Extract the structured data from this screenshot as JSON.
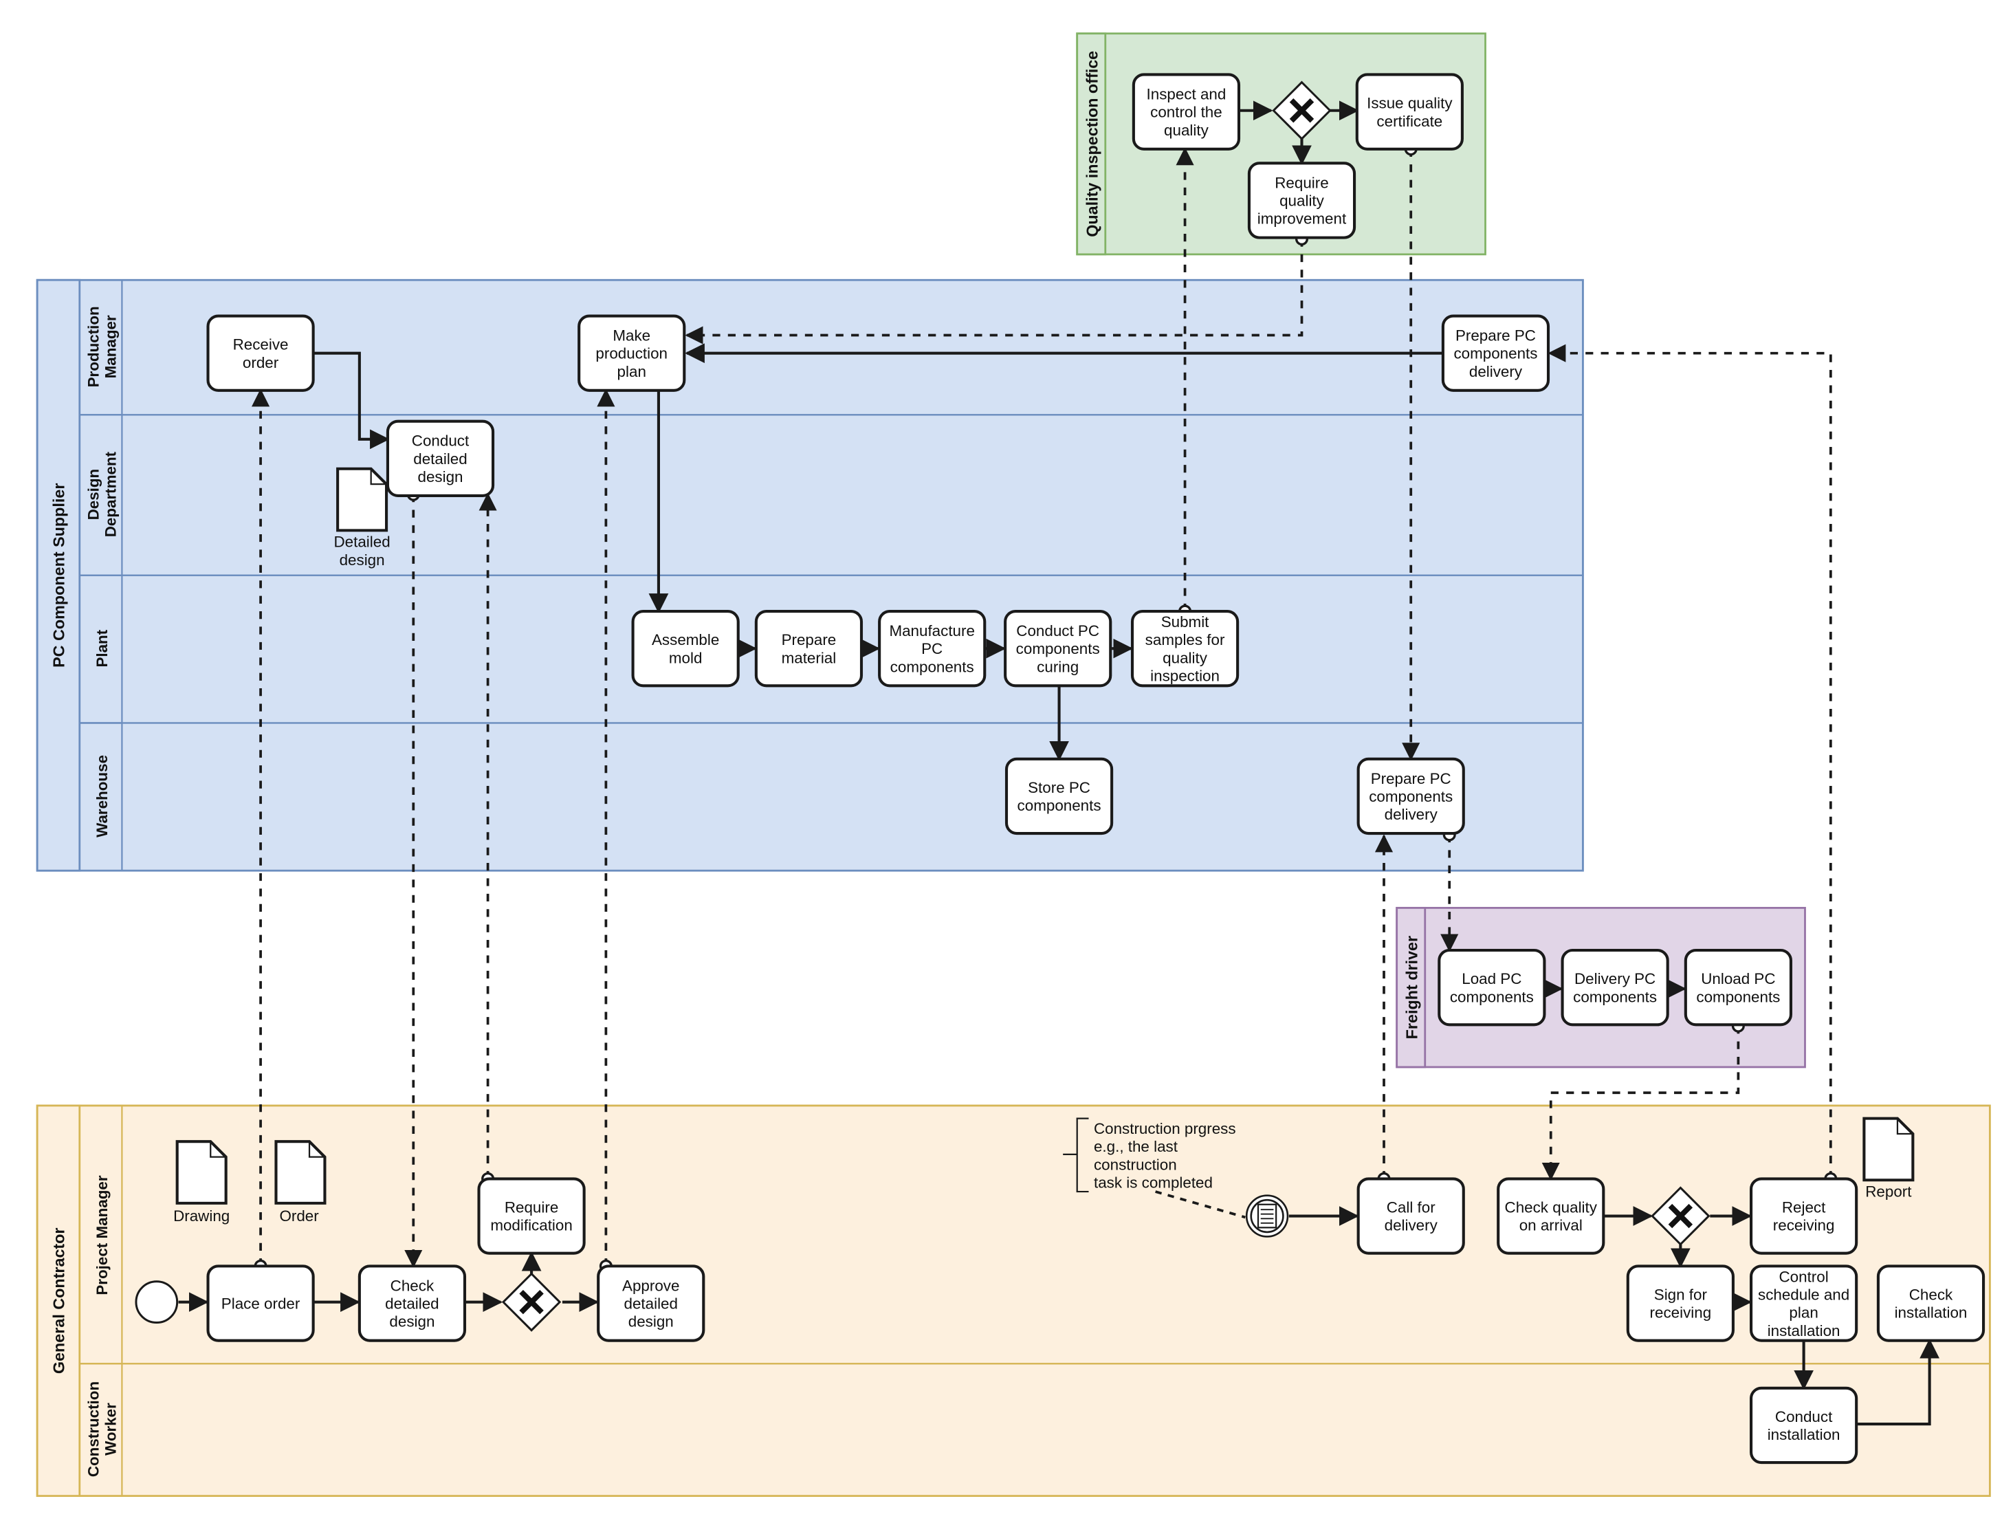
{
  "colors": {
    "supplier_fill": "#d4e1f4",
    "supplier_stroke": "#6c8ebf",
    "quality_fill": "#d5e8d4",
    "quality_stroke": "#82b366",
    "freight_fill": "#e1d5e7",
    "freight_stroke": "#9673a6",
    "contractor_fill": "#fdf0de",
    "contractor_stroke": "#d6b656"
  },
  "pools": {
    "quality": {
      "title": "Quality inspection office"
    },
    "supplier": {
      "title": "PC Component Supplier",
      "lanes": {
        "production_manager": [
          "Production",
          "Manager"
        ],
        "design_department": [
          "Design",
          "Department"
        ],
        "plant": [
          "Plant"
        ],
        "warehouse": [
          "Warehouse"
        ]
      }
    },
    "freight": {
      "title": "Freight driver"
    },
    "contractor": {
      "title": "General Contractor",
      "lanes": {
        "project_manager": [
          "Project Manager"
        ],
        "construction_worker": [
          "Construction",
          "Worker"
        ]
      }
    }
  },
  "tasks": {
    "inspect_quality": [
      "Inspect and",
      "control the",
      "quality"
    ],
    "issue_certificate": [
      "Issue quality",
      "certificate"
    ],
    "require_improvement": [
      "Require",
      "quality",
      "improvement"
    ],
    "receive_order": [
      "Receive",
      "order"
    ],
    "make_plan": [
      "Make",
      "production",
      "plan"
    ],
    "prepare_delivery_pm": [
      "Prepare PC",
      "components",
      "delivery"
    ],
    "conduct_design": [
      "Conduct",
      "detailed",
      "design"
    ],
    "assemble_mold": [
      "Assemble",
      "mold"
    ],
    "prepare_material": [
      "Prepare",
      "material"
    ],
    "manufacture": [
      "Manufacture",
      "PC",
      "components"
    ],
    "curing": [
      "Conduct PC",
      "components",
      "curing"
    ],
    "submit_samples": [
      "Submit",
      "samples for",
      "quality",
      "inspection"
    ],
    "store_components": [
      "Store PC",
      "components"
    ],
    "prepare_delivery_wh": [
      "Prepare PC",
      "components",
      "delivery"
    ],
    "load_components": [
      "Load PC",
      "components"
    ],
    "delivery_components": [
      "Delivery PC",
      "components"
    ],
    "unload_components": [
      "Unload PC",
      "components"
    ],
    "place_order": [
      "Place order"
    ],
    "check_design": [
      "Check",
      "detailed",
      "design"
    ],
    "require_modification": [
      "Require",
      "modification"
    ],
    "approve_design": [
      "Approve",
      "detailed",
      "design"
    ],
    "call_delivery": [
      "Call for",
      "delivery"
    ],
    "check_quality_arrival": [
      "Check quality",
      "on arrival"
    ],
    "reject_receiving": [
      "Reject",
      "receiving"
    ],
    "sign_receiving": [
      "Sign for",
      "receiving"
    ],
    "control_schedule": [
      "Control",
      "schedule and",
      "plan",
      "installation"
    ],
    "check_installation": [
      "Check",
      "installation"
    ],
    "conduct_installation": [
      "Conduct",
      "installation"
    ]
  },
  "documents": {
    "detailed_design": [
      "Detailed",
      "design"
    ],
    "drawing": [
      "Drawing"
    ],
    "order": [
      "Order"
    ],
    "report": [
      "Report"
    ]
  },
  "annotation": [
    "Construction prgress",
    "e.g., the last",
    "construction",
    "task is completed"
  ]
}
